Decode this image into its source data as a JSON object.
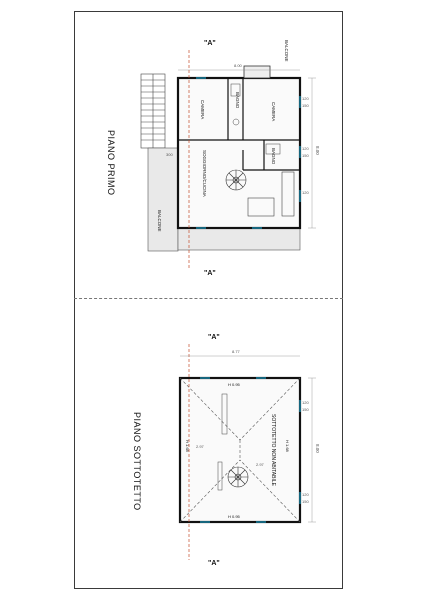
{
  "drawing": {
    "upper_plan": {
      "title": "PIANO PRIMO",
      "section_marker": "\"A\"",
      "rooms": [
        "CAMERA",
        "BAGNO",
        "CAMERA",
        "SOGGIORNO/CUCINA",
        "BALCONE",
        "BALCONE",
        "BAGNO"
      ],
      "dimensions": [
        "8.00",
        "8.00",
        "120",
        "150",
        "120",
        "150",
        "120",
        "300"
      ]
    },
    "lower_plan": {
      "title": "PIANO SOTTOTETTO",
      "section_marker": "\"A\"",
      "rooms": [
        "SOTTOTETTO NON ABITABILE"
      ],
      "heights": [
        "H 0.95",
        "H 1.68",
        "H 0.95",
        "H 1.68"
      ],
      "dimensions": [
        "8.77",
        "8.00",
        "120",
        "150",
        "120",
        "150",
        "2.97",
        "2.97"
      ]
    }
  }
}
